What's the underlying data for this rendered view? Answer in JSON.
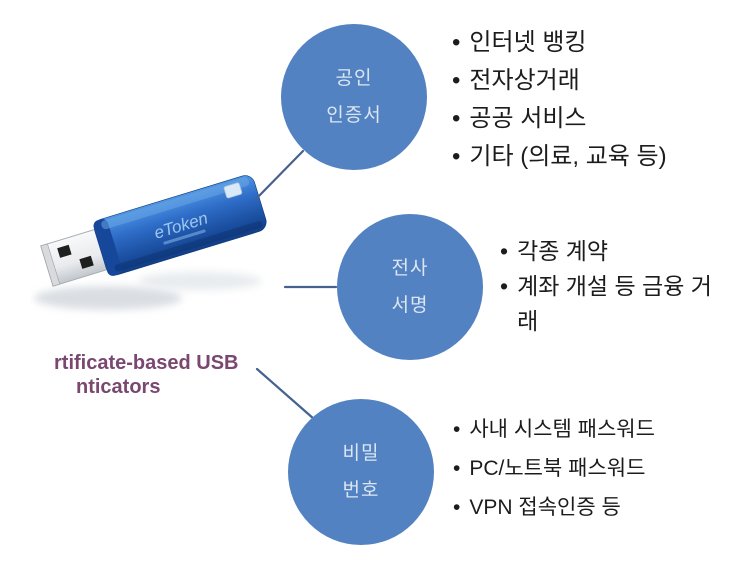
{
  "caption": {
    "line1": "rtificate-based USB",
    "line2": "nticators",
    "color": "#7a4770"
  },
  "usb_token": {
    "brand_text": "eToken"
  },
  "nodes": [
    {
      "id": "certificate",
      "label_line1": "공인",
      "label_line2": "인증서",
      "items": [
        "인터넷 뱅킹",
        "전자상거래",
        "공공 서비스",
        "기타 (의료, 교육 등)"
      ]
    },
    {
      "id": "signature",
      "label_line1": "전사",
      "label_line2": "서명",
      "items": [
        "각종 계약",
        "계좌 개설 등 금융 거래"
      ]
    },
    {
      "id": "password",
      "label_line1": "비밀",
      "label_line2": "번호",
      "items": [
        "사내 시스템 패스워드",
        "PC/노트북 패스워드",
        "VPN 접속인증 등"
      ]
    }
  ],
  "colors": {
    "circle_fill": "#5282c1",
    "circle_text": "#dce6f2",
    "connector_line": "#44618f",
    "bullet_text": "#1c1c1c"
  }
}
